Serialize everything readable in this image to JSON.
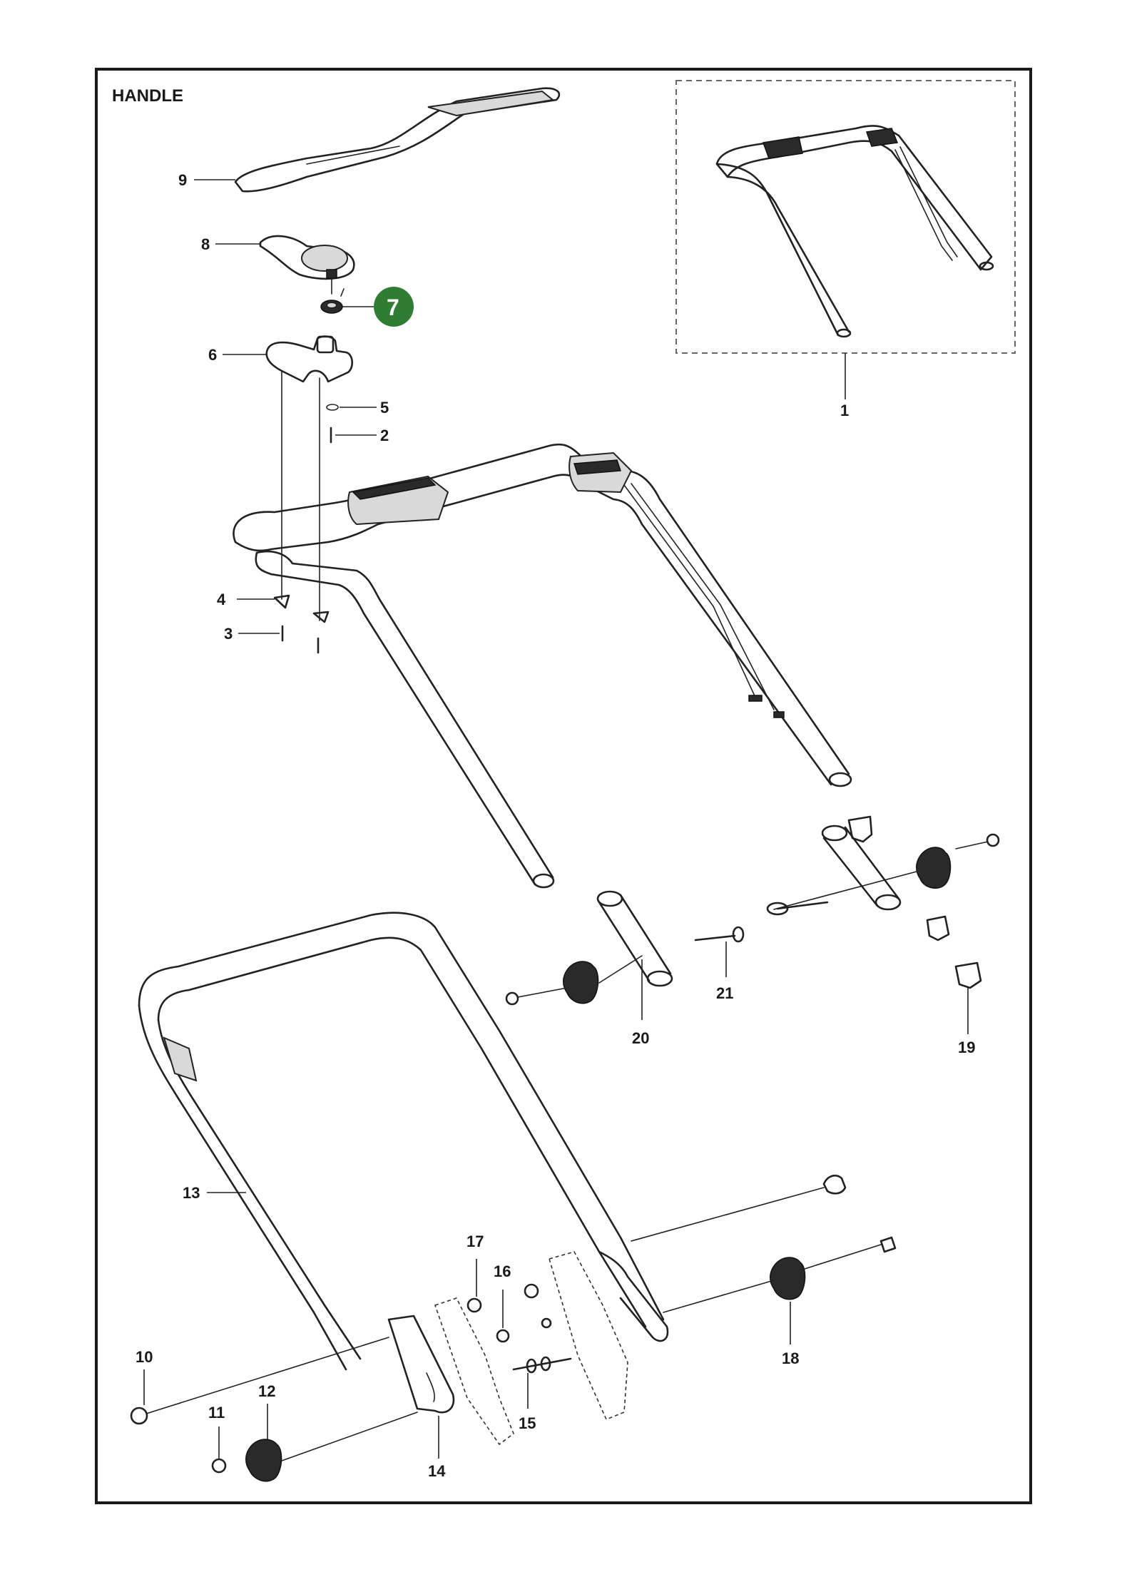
{
  "title": "HANDLE",
  "highlight": {
    "label": "7",
    "color": "#2f7d32"
  },
  "callouts": {
    "c1": "1",
    "c2": "2",
    "c3": "3",
    "c4": "4",
    "c5": "5",
    "c6": "6",
    "c8": "8",
    "c9": "9",
    "c10": "10",
    "c11": "11",
    "c12": "12",
    "c13": "13",
    "c14": "14",
    "c15": "15",
    "c16": "16",
    "c17": "17",
    "c18": "18",
    "c19": "19",
    "c20": "20",
    "c21": "21"
  }
}
